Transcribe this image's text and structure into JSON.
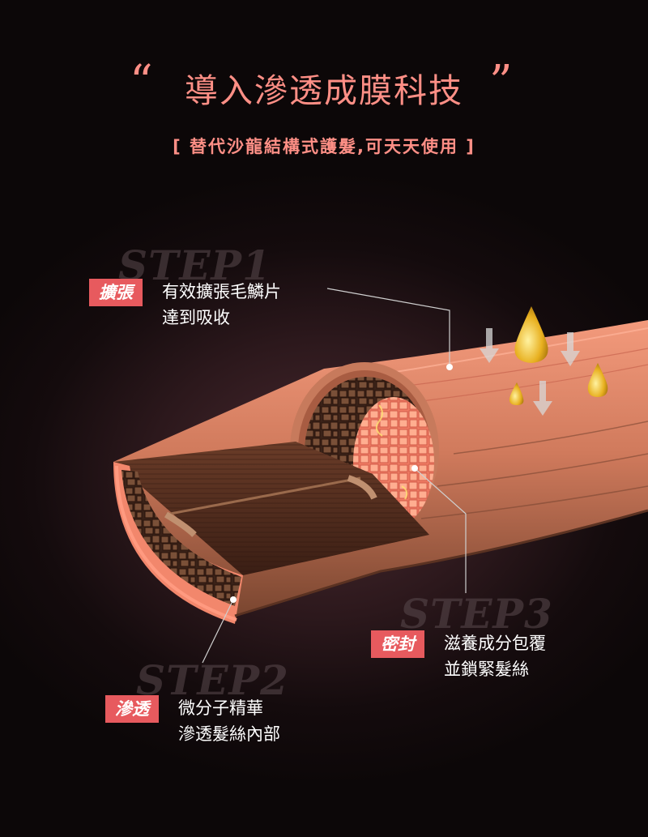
{
  "header": {
    "open_quote": "“",
    "title": "導入滲透成膜科技",
    "close_quote": "”",
    "subtitle": "[ 替代沙龍結構式護髮,可天天使用 ]"
  },
  "steps": [
    {
      "ghost": "STEP1",
      "tag": "擴張",
      "line1": "有效擴張毛鱗片",
      "line2": "達到吸收"
    },
    {
      "ghost": "STEP2",
      "tag": "滲透",
      "line1": "微分子精華",
      "line2": "滲透髮絲內部"
    },
    {
      "ghost": "STEP3",
      "tag": "密封",
      "line1": "滋養成分包覆",
      "line2": "並鎖緊髮絲"
    }
  ],
  "colors": {
    "accent": "#ff8f86",
    "tag_bg": "#e75a5e",
    "hair_outer": "#f08a6c",
    "hair_dark": "#5c3424"
  }
}
